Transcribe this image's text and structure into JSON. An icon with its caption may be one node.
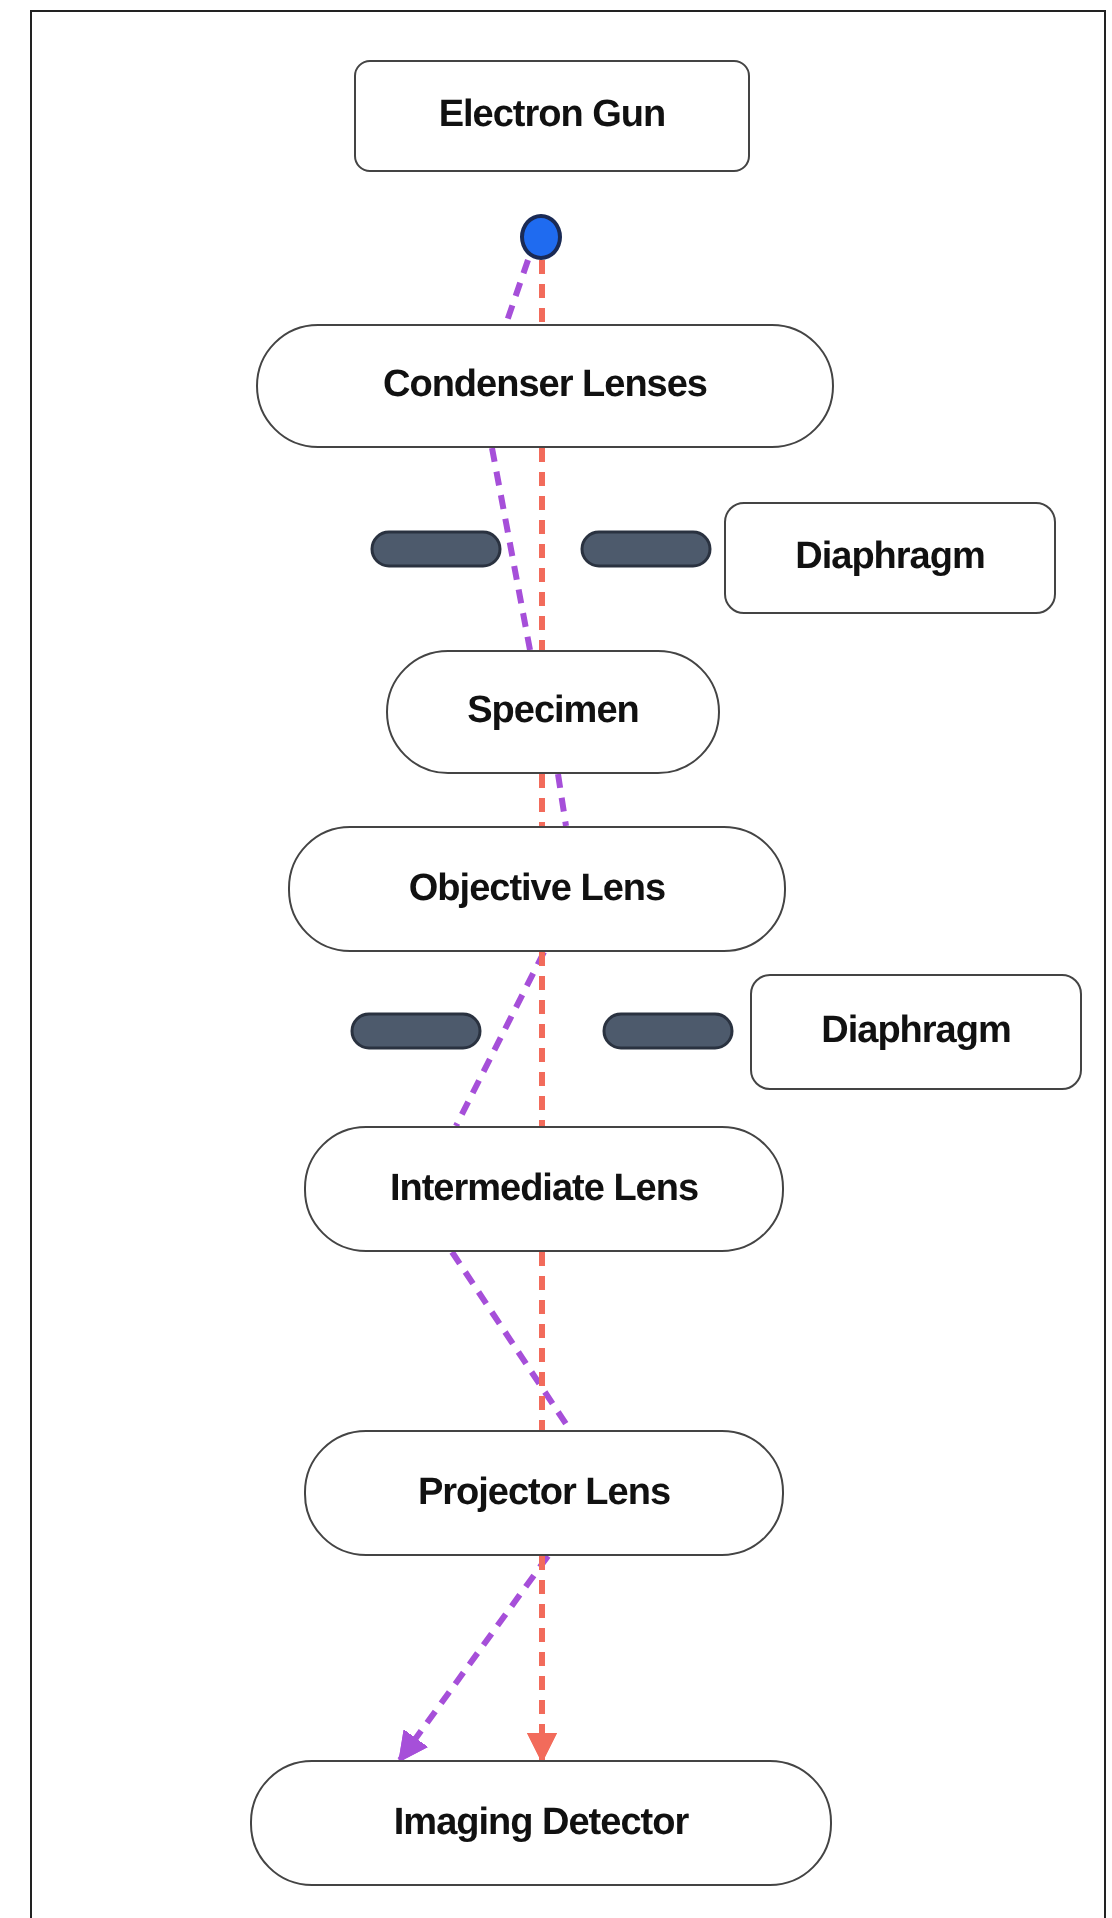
{
  "diagram": {
    "nodes": [
      {
        "text": [
          "Electron Gun"
        ]
      },
      {
        "text": [],
        "shape": "circle"
      },
      {
        "text": [
          "Condenser Lenses"
        ]
      },
      {
        "text": [
          "Diaphragm"
        ]
      },
      {
        "text": [
          "Specimen"
        ]
      },
      {
        "text": [
          "Objective Lens"
        ]
      },
      {
        "text": [
          "Diaphragm"
        ]
      },
      {
        "text": [
          "Intermediate Lens"
        ]
      },
      {
        "text": [
          "Projector Lens"
        ]
      },
      {
        "text": [
          "Imaging Detector"
        ]
      }
    ],
    "edges": [
      {
        "from": 1,
        "to": 2,
        "arrow": "none",
        "style": "dashed",
        "color": "#a64fd9"
      },
      {
        "from": 2,
        "to": 4,
        "arrow": "none",
        "style": "dashed",
        "color": "#a64fd9"
      },
      {
        "from": 4,
        "to": 5,
        "arrow": "none",
        "style": "dashed",
        "color": "#a64fd9"
      },
      {
        "from": 5,
        "to": 7,
        "arrow": "none",
        "style": "dashed",
        "color": "#a64fd9"
      },
      {
        "from": 7,
        "to": 8,
        "arrow": "none",
        "style": "dashed",
        "color": "#a64fd9"
      },
      {
        "from": 8,
        "to": 9,
        "arrow": "to",
        "style": "dashed",
        "color": "#a64fd9"
      },
      {
        "from": 1,
        "to": 2,
        "arrow": "none",
        "style": "dashed",
        "color": "#f26b5b"
      },
      {
        "from": 2,
        "to": 4,
        "arrow": "none",
        "style": "dashed",
        "color": "#f26b5b"
      },
      {
        "from": 4,
        "to": 5,
        "arrow": "none",
        "style": "dashed",
        "color": "#f26b5b"
      },
      {
        "from": 5,
        "to": 7,
        "arrow": "none",
        "style": "dashed",
        "color": "#f26b5b"
      },
      {
        "from": 7,
        "to": 8,
        "arrow": "none",
        "style": "dashed",
        "color": "#f26b5b"
      },
      {
        "from": 8,
        "to": 9,
        "arrow": "to",
        "style": "dashed",
        "color": "#f26b5b"
      }
    ]
  }
}
